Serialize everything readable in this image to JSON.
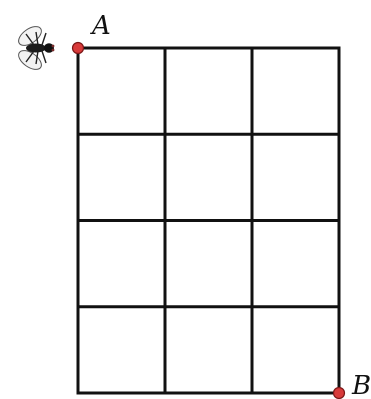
{
  "diagram": {
    "grid": {
      "columns": 3,
      "rows": 4,
      "line_color": "#111111"
    },
    "points": [
      {
        "label": "A",
        "corner": "top-left",
        "color": "#d83a3a"
      },
      {
        "label": "B",
        "corner": "bottom-right",
        "color": "#d83a3a"
      }
    ],
    "icon": {
      "name": "fly-icon",
      "at": "A"
    }
  }
}
